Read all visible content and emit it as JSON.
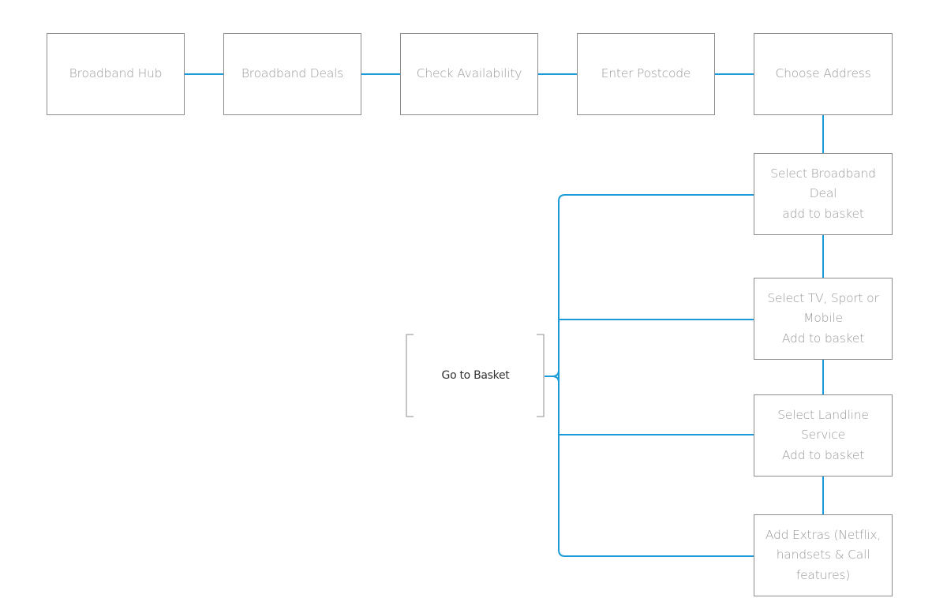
{
  "colors": {
    "connector": "#1a9ad6",
    "box_border": "#8c8c8c",
    "box_text": "#9a9a9a",
    "bracket": "#8c8c8c",
    "bracket_text": "#333333"
  },
  "top_row": [
    {
      "label": "Broadband Hub"
    },
    {
      "label": "Broadband Deals"
    },
    {
      "label": "Check Availability"
    },
    {
      "label": "Enter Postcode"
    },
    {
      "label": "Choose Address"
    }
  ],
  "column": [
    {
      "label": "Select Broadband Deal\nadd to basket"
    },
    {
      "label": "Select TV, Sport or\nMobile\nAdd to basket"
    },
    {
      "label": "Select Landline Service\nAdd to basket"
    },
    {
      "label": "Add Extras (Netflix,\nhandsets & Call\nfeatures)"
    }
  ],
  "basket": {
    "label": "Go to Basket"
  }
}
